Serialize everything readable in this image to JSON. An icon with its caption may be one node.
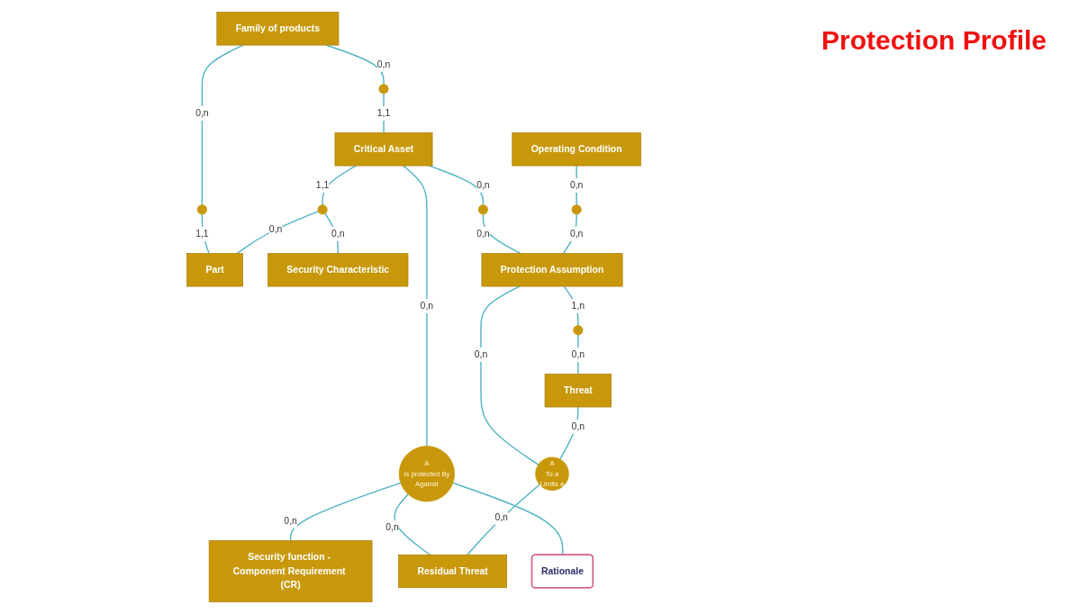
{
  "diagram": {
    "title": "Protection Profile",
    "nodes": [
      {
        "text": [
          "Family of products"
        ]
      },
      {
        "text": [
          "Part"
        ]
      },
      {
        "text": [
          "Security Characteristic"
        ]
      },
      {
        "text": [
          "Critical Asset"
        ]
      },
      {
        "text": [
          "Security function - Component Requirement (CR)"
        ]
      },
      {
        "text": [
          "Operating Condition"
        ]
      },
      {
        "text": [
          "Protection Assumption"
        ]
      },
      {
        "text": [
          "Residual Threat"
        ]
      },
      {
        "text": [
          "Threat"
        ]
      },
      {
        "text": [
          "Rationale"
        ]
      },
      {
        "text": [],
        "shape": "circle"
      },
      {
        "text": [],
        "shape": "circle"
      },
      {
        "text": [],
        "shape": "circle"
      },
      {
        "text": [
          "A",
          "Is protected By",
          "Against"
        ]
      },
      {
        "text": [],
        "shape": "circle"
      },
      {
        "text": [],
        "shape": "circle"
      },
      {
        "text": [],
        "shape": "circle"
      },
      {
        "text": [
          "A",
          "To a",
          "Limits a"
        ]
      }
    ],
    "edges": [
      {
        "from": 0,
        "to": 10,
        "arrow": "none",
        "label": "0,n"
      },
      {
        "from": 10,
        "to": 1,
        "arrow": "none",
        "label": "1,1"
      },
      {
        "from": 0,
        "to": 11,
        "arrow": "none",
        "label": "0,n"
      },
      {
        "from": 11,
        "to": 3,
        "arrow": "none",
        "label": "1,1"
      },
      {
        "from": 3,
        "to": 12,
        "arrow": "none",
        "label": "1,1"
      },
      {
        "from": 12,
        "to": 1,
        "arrow": "none",
        "label": "0,n"
      },
      {
        "from": 12,
        "to": 2,
        "arrow": "none",
        "label": "0,n"
      },
      {
        "from": 3,
        "to": 13,
        "arrow": "none",
        "label": "0,n"
      },
      {
        "from": 13,
        "to": 4,
        "arrow": "none",
        "label": "0,n"
      },
      {
        "from": 13,
        "to": 7,
        "arrow": "none",
        "label": "0,n"
      },
      {
        "from": 13,
        "to": 9,
        "arrow": "none"
      },
      {
        "from": 3,
        "to": 14,
        "arrow": "none",
        "label": "0,n"
      },
      {
        "from": 14,
        "to": 6,
        "arrow": "none",
        "label": "0,n"
      },
      {
        "from": 5,
        "to": 15,
        "arrow": "none",
        "label": "0,n"
      },
      {
        "from": 15,
        "to": 6,
        "arrow": "none",
        "label": "0,n"
      },
      {
        "from": 6,
        "to": 16,
        "arrow": "none",
        "label": "1,n"
      },
      {
        "from": 16,
        "to": 8,
        "arrow": "none",
        "label": "0,n"
      },
      {
        "from": 6,
        "to": 17,
        "arrow": "none",
        "label": "0,n"
      },
      {
        "from": 17,
        "to": 7,
        "arrow": "none",
        "label": "0,n"
      },
      {
        "from": 8,
        "to": 17,
        "arrow": "none",
        "label": "0,n"
      }
    ]
  }
}
